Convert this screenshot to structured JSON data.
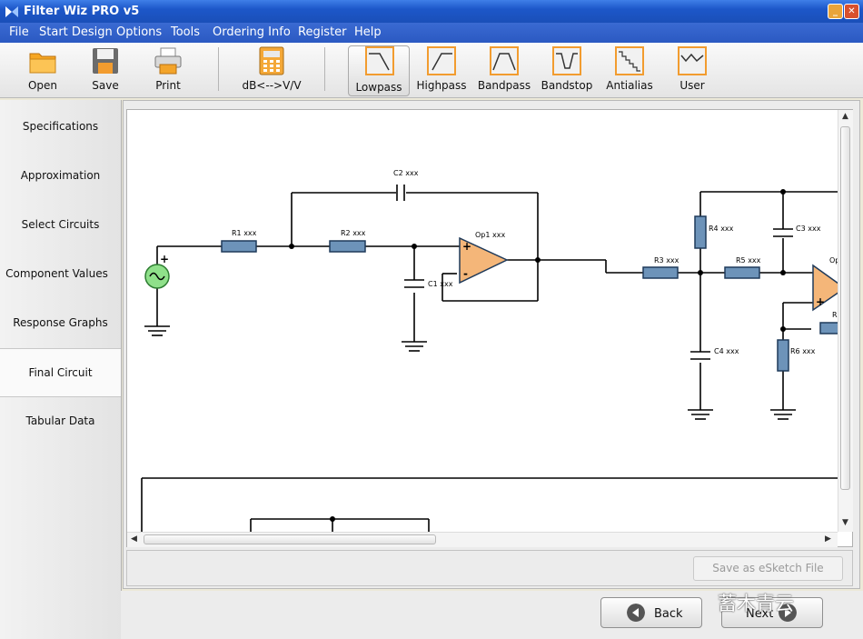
{
  "window": {
    "title": "Filter Wiz PRO v5",
    "minimize_glyph": "_",
    "close_glyph": "✕"
  },
  "menu": [
    "File",
    "Start Design",
    "Options",
    "Tools",
    "Ordering Info",
    "Register",
    "Help"
  ],
  "toolbar": {
    "open": "Open",
    "save": "Save",
    "print": "Print",
    "db_convert": "dB<-->V/V",
    "lowpass": "Lowpass",
    "highpass": "Highpass",
    "bandpass": "Bandpass",
    "bandstop": "Bandstop",
    "antialias": "Antialias",
    "user": "User",
    "active": "Lowpass"
  },
  "nav": {
    "items": [
      "Specifications",
      "Approximation",
      "Select Circuits",
      "Component Values",
      "Response Graphs",
      "Final Circuit",
      "Tabular Data"
    ],
    "active": "Final Circuit"
  },
  "circuit": {
    "r1": "R1  xxx",
    "r2": "R2  xxx",
    "c2": "C2  xxx",
    "c1": "C1  xxx",
    "op1": "Op1  xxx",
    "r3": "R3  xxx",
    "r4": "R4  xxx",
    "c3": "C3  xxx",
    "r5": "R5  xxx",
    "c4": "C4  xxx",
    "r6": "R6  xxx",
    "op2": "Op",
    "r_partial": "R"
  },
  "actions": {
    "save_esketch": "Save as eSketch File",
    "back": "Back",
    "next": "Next"
  },
  "watermark": "蓄木青云",
  "colors": {
    "resistor": "#6d93b9",
    "opamp": "#f4b679",
    "source": "#8fe08a",
    "titlebar": "#2459c9"
  }
}
